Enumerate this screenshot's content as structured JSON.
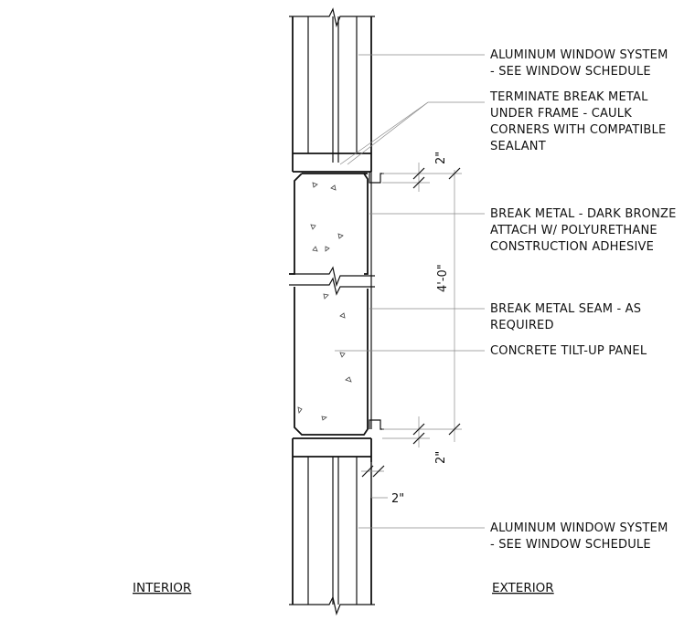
{
  "notes": {
    "window_top": [
      "ALUMINUM WINDOW SYSTEM",
      "- SEE WINDOW SCHEDULE"
    ],
    "break_metal_frame": [
      "TERMINATE BREAK METAL",
      "UNDER FRAME - CAULK",
      "CORNERS WITH COMPATIBLE",
      "SEALANT"
    ],
    "break_metal": [
      "BREAK METAL - DARK BRONZE",
      "ATTACH W/ POLYURETHANE",
      "CONSTRUCTION ADHESIVE"
    ],
    "seam": [
      "BREAK METAL SEAM - AS",
      "REQUIRED"
    ],
    "panel": [
      "CONCRETE TILT-UP PANEL"
    ],
    "window_bottom": [
      "ALUMINUM WINDOW SYSTEM",
      "- SEE WINDOW SCHEDULE"
    ]
  },
  "dimensions": {
    "top_return": "2\"",
    "overall": "4'-0\"",
    "bottom_return": "2\"",
    "sill_offset": "2\""
  },
  "labels": {
    "interior": "INTERIOR",
    "exterior": "EXTERIOR"
  }
}
